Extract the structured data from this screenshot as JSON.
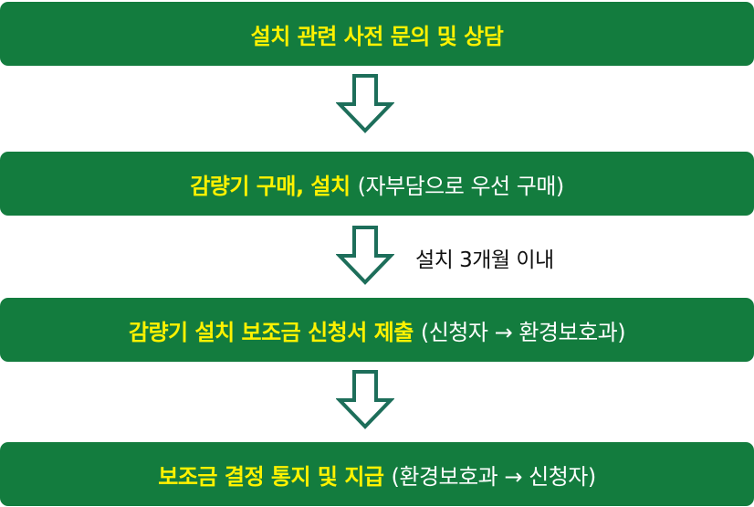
{
  "steps": [
    {
      "title": "설치 관련 사전 문의 및 상담",
      "detail": ""
    },
    {
      "title": "감량기 구매, 설치",
      "detail": "(자부담으로 우선 구매)"
    },
    {
      "title": "감량기 설치 보조금 신청서 제출",
      "detail": "(신청자 → 환경보호과)"
    },
    {
      "title": "보조금 결정 통지 및 지급",
      "detail": "(환경보호과 → 신청자)"
    }
  ],
  "notes": {
    "step2_to_step3": "설치 3개월 이내"
  },
  "colors": {
    "box": "#137c3e",
    "highlight": "#fff200",
    "arrow_stroke": "#1d6e5a"
  }
}
